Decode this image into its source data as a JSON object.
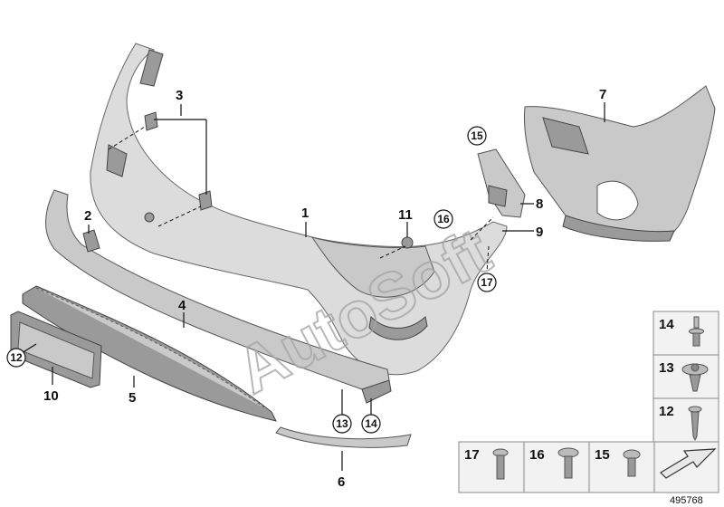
{
  "watermark": "AutoSoft",
  "diagram_code": "495768",
  "callouts": {
    "bumper": "1",
    "cover": "2",
    "clip_pair": "3",
    "trim_lower": "4",
    "grille_strip": "5",
    "lip": "6",
    "carrier": "7",
    "bracket": "8",
    "bracket_screw": "9",
    "plate_holder": "10",
    "nut": "11"
  },
  "circled": {
    "c12": "12",
    "c13": "13",
    "c14": "14",
    "c15": "15",
    "c16": "16",
    "c17": "17"
  },
  "fastener_table": {
    "r14": "14",
    "r13": "13",
    "r12": "12",
    "b17": "17",
    "b16": "16",
    "b15": "15"
  }
}
